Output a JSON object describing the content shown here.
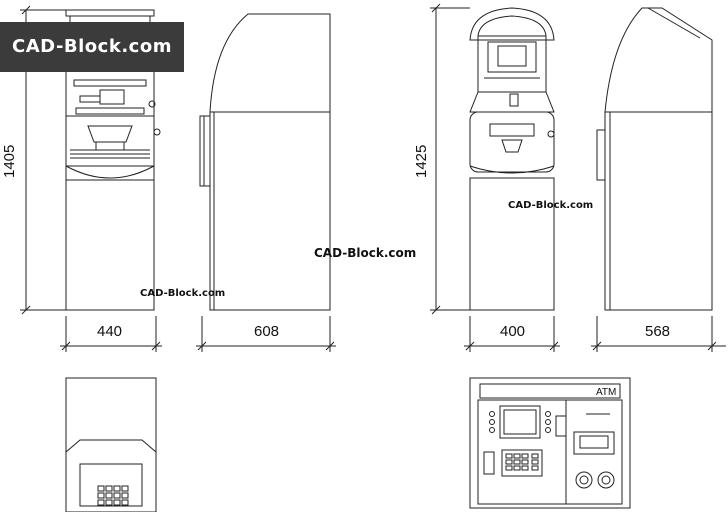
{
  "watermark_badge": "CAD-Block.com",
  "watermarks": [
    "CAD-Block.com",
    "CAD-Block.com",
    "CAD-Block.com"
  ],
  "dimensions": {
    "left_height": "1405",
    "right_height": "1425",
    "width_a": "440",
    "width_b": "608",
    "width_c": "400",
    "width_d": "568"
  },
  "atm_label": "ATM",
  "colors": {
    "badge_bg": "#3b3b3b",
    "badge_text": "#ffffff",
    "line": "#222222"
  }
}
